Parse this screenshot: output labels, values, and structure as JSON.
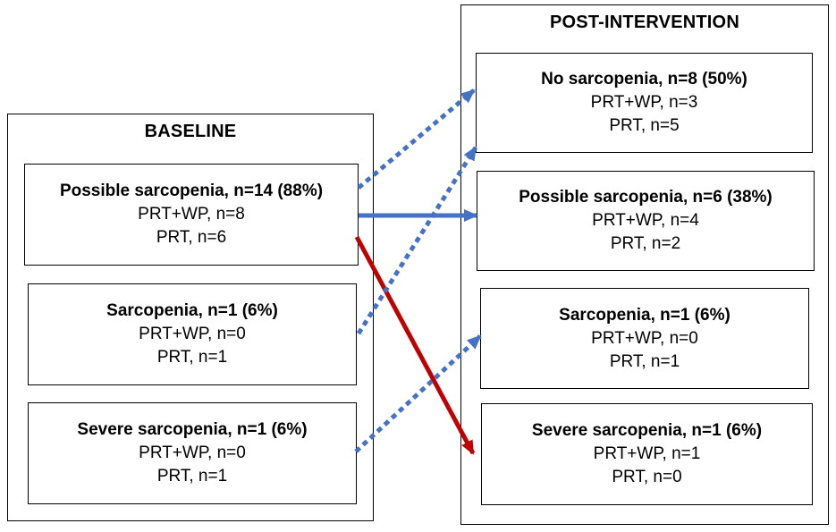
{
  "baseline": {
    "title": "BASELINE",
    "boxes": [
      {
        "heading": "Possible sarcopenia, n=14 (88%)",
        "line1": "PRT+WP, n=8",
        "line2": "PRT, n=6"
      },
      {
        "heading": "Sarcopenia, n=1 (6%)",
        "line1": "PRT+WP, n=0",
        "line2": "PRT, n=1"
      },
      {
        "heading": "Severe sarcopenia, n=1 (6%)",
        "line1": "PRT+WP, n=0",
        "line2": "PRT, n=1"
      }
    ]
  },
  "post": {
    "title": "POST-INTERVENTION",
    "boxes": [
      {
        "heading": "No sarcopenia, n=8 (50%)",
        "line1": "PRT+WP, n=3",
        "line2": "PRT, n=5"
      },
      {
        "heading": "Possible sarcopenia, n=6 (38%)",
        "line1": "PRT+WP, n=4",
        "line2": "PRT, n=2"
      },
      {
        "heading": "Sarcopenia, n=1 (6%)",
        "line1": "PRT+WP, n=0",
        "line2": "PRT, n=1"
      },
      {
        "heading": "Severe sarcopenia, n=1 (6%)",
        "line1": "PRT+WP, n=1",
        "line2": "PRT, n=0"
      }
    ]
  },
  "colors": {
    "blue_arrow": "#4472C4",
    "red_arrow": "#C00000"
  }
}
